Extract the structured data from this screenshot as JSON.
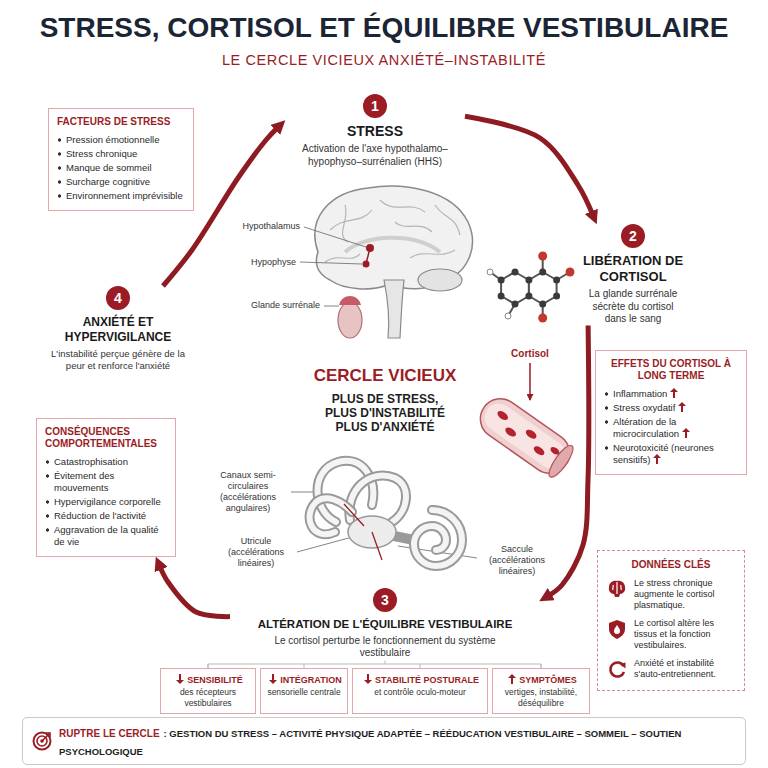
{
  "diagram": {
    "title": "STRESS, CORTISOL ET ÉQUILIBRE VESTIBULAIRE",
    "nodes": [
      {
        "text": [
          "FACTEURS DE STRESS",
          "Pression émotionnelle",
          "Stress chronique",
          "Manque de sommeil",
          "Surcharge cognitive",
          "Environnement imprévisible"
        ]
      },
      {
        "text": [
          "1",
          "STRESS",
          "Activation de l'axe hypothalamo–hypophyso–surrénalien (HHS)"
        ]
      },
      {
        "text": [
          "2",
          "LIBÉRATION DE CORTISOL",
          "La glande surrénale sécrète du cortisol dans le sang"
        ]
      },
      {
        "text": [
          "4",
          "ANXIÉTÉ ET HYPERVIGILANCE",
          "L'instabilité perçue génère de la peur et renforce l'anxiété"
        ]
      },
      {
        "text": [
          "EFFETS DU CORTISOL À LONG TERME",
          "Inflammation",
          "Stress oxydatif",
          "Altération de la microcirculation",
          "Neurotoxicité (neurones sensitifs)"
        ]
      },
      {
        "text": [
          "CONSÉQUENCES COMPORTEMENTALES",
          "Catastrophisation",
          "Évitement des mouvements",
          "Hypervigilance corporelle",
          "Réduction de l'activité",
          "Aggravation de la qualité de vie"
        ]
      },
      {
        "text": [
          "DONNÉES CLÉS",
          "Le stress chronique augmente le cortisol plasmatique.",
          "Le cortisol altère les tissus et la fonction vestibulaires.",
          "Anxiété et instabilité s'auto-entretiennent."
        ]
      },
      {
        "text": [
          "3",
          "ALTÉRATION DE L'ÉQUILIBRE VESTIBULAIRE",
          "Le cortisol perturbe le fonctionnement du système vestibulaire"
        ]
      },
      {
        "text": [
          "SENSIBILITÉ",
          "des récepteurs vestibulaires"
        ]
      },
      {
        "text": [
          "INTÉGRATION",
          "sensorielle centrale"
        ]
      },
      {
        "text": [
          "STABILITÉ POSTURALE",
          "et contrôle oculo-moteur"
        ]
      },
      {
        "text": [
          "SYMPTÔMES",
          "vertiges, instabilité, déséquilibre"
        ]
      },
      {
        "text": [
          "RUPTRE LE CERCLE",
          ": GESTION DU STRESS – ACTIVITÉ PHYSIQUE ADAPTÉE – RÉÉDUCATION VESTIBULAIRE – SOMMEIL – SOUTIEN PSYCHOLOGIQUE"
        ]
      }
    ],
    "edges": [
      {
        "from": 1,
        "to": 2,
        "arrow": "to"
      },
      {
        "from": 2,
        "to": 7,
        "arrow": "to"
      },
      {
        "from": 7,
        "to": 5,
        "arrow": "to"
      },
      {
        "from": 3,
        "to": 1,
        "arrow": "to"
      }
    ],
    "labels": [
      "LE CERCLE VICIEUX ANXIÉTÉ–INSTABILITÉ",
      "Hypothalamus",
      "Hypophyse",
      "Glande surrénale",
      "Cortisol",
      "CERCLE VICIEUX",
      "PLUS DE STRESS, PLUS D'INSTABILITÉ PLUS D'ANXIÉTÉ",
      "Canaux semi-circulaires (accélérations angulaires)",
      "Utricule (accélérations linéaires)",
      "Saccule (accélérations linéaires)"
    ]
  }
}
